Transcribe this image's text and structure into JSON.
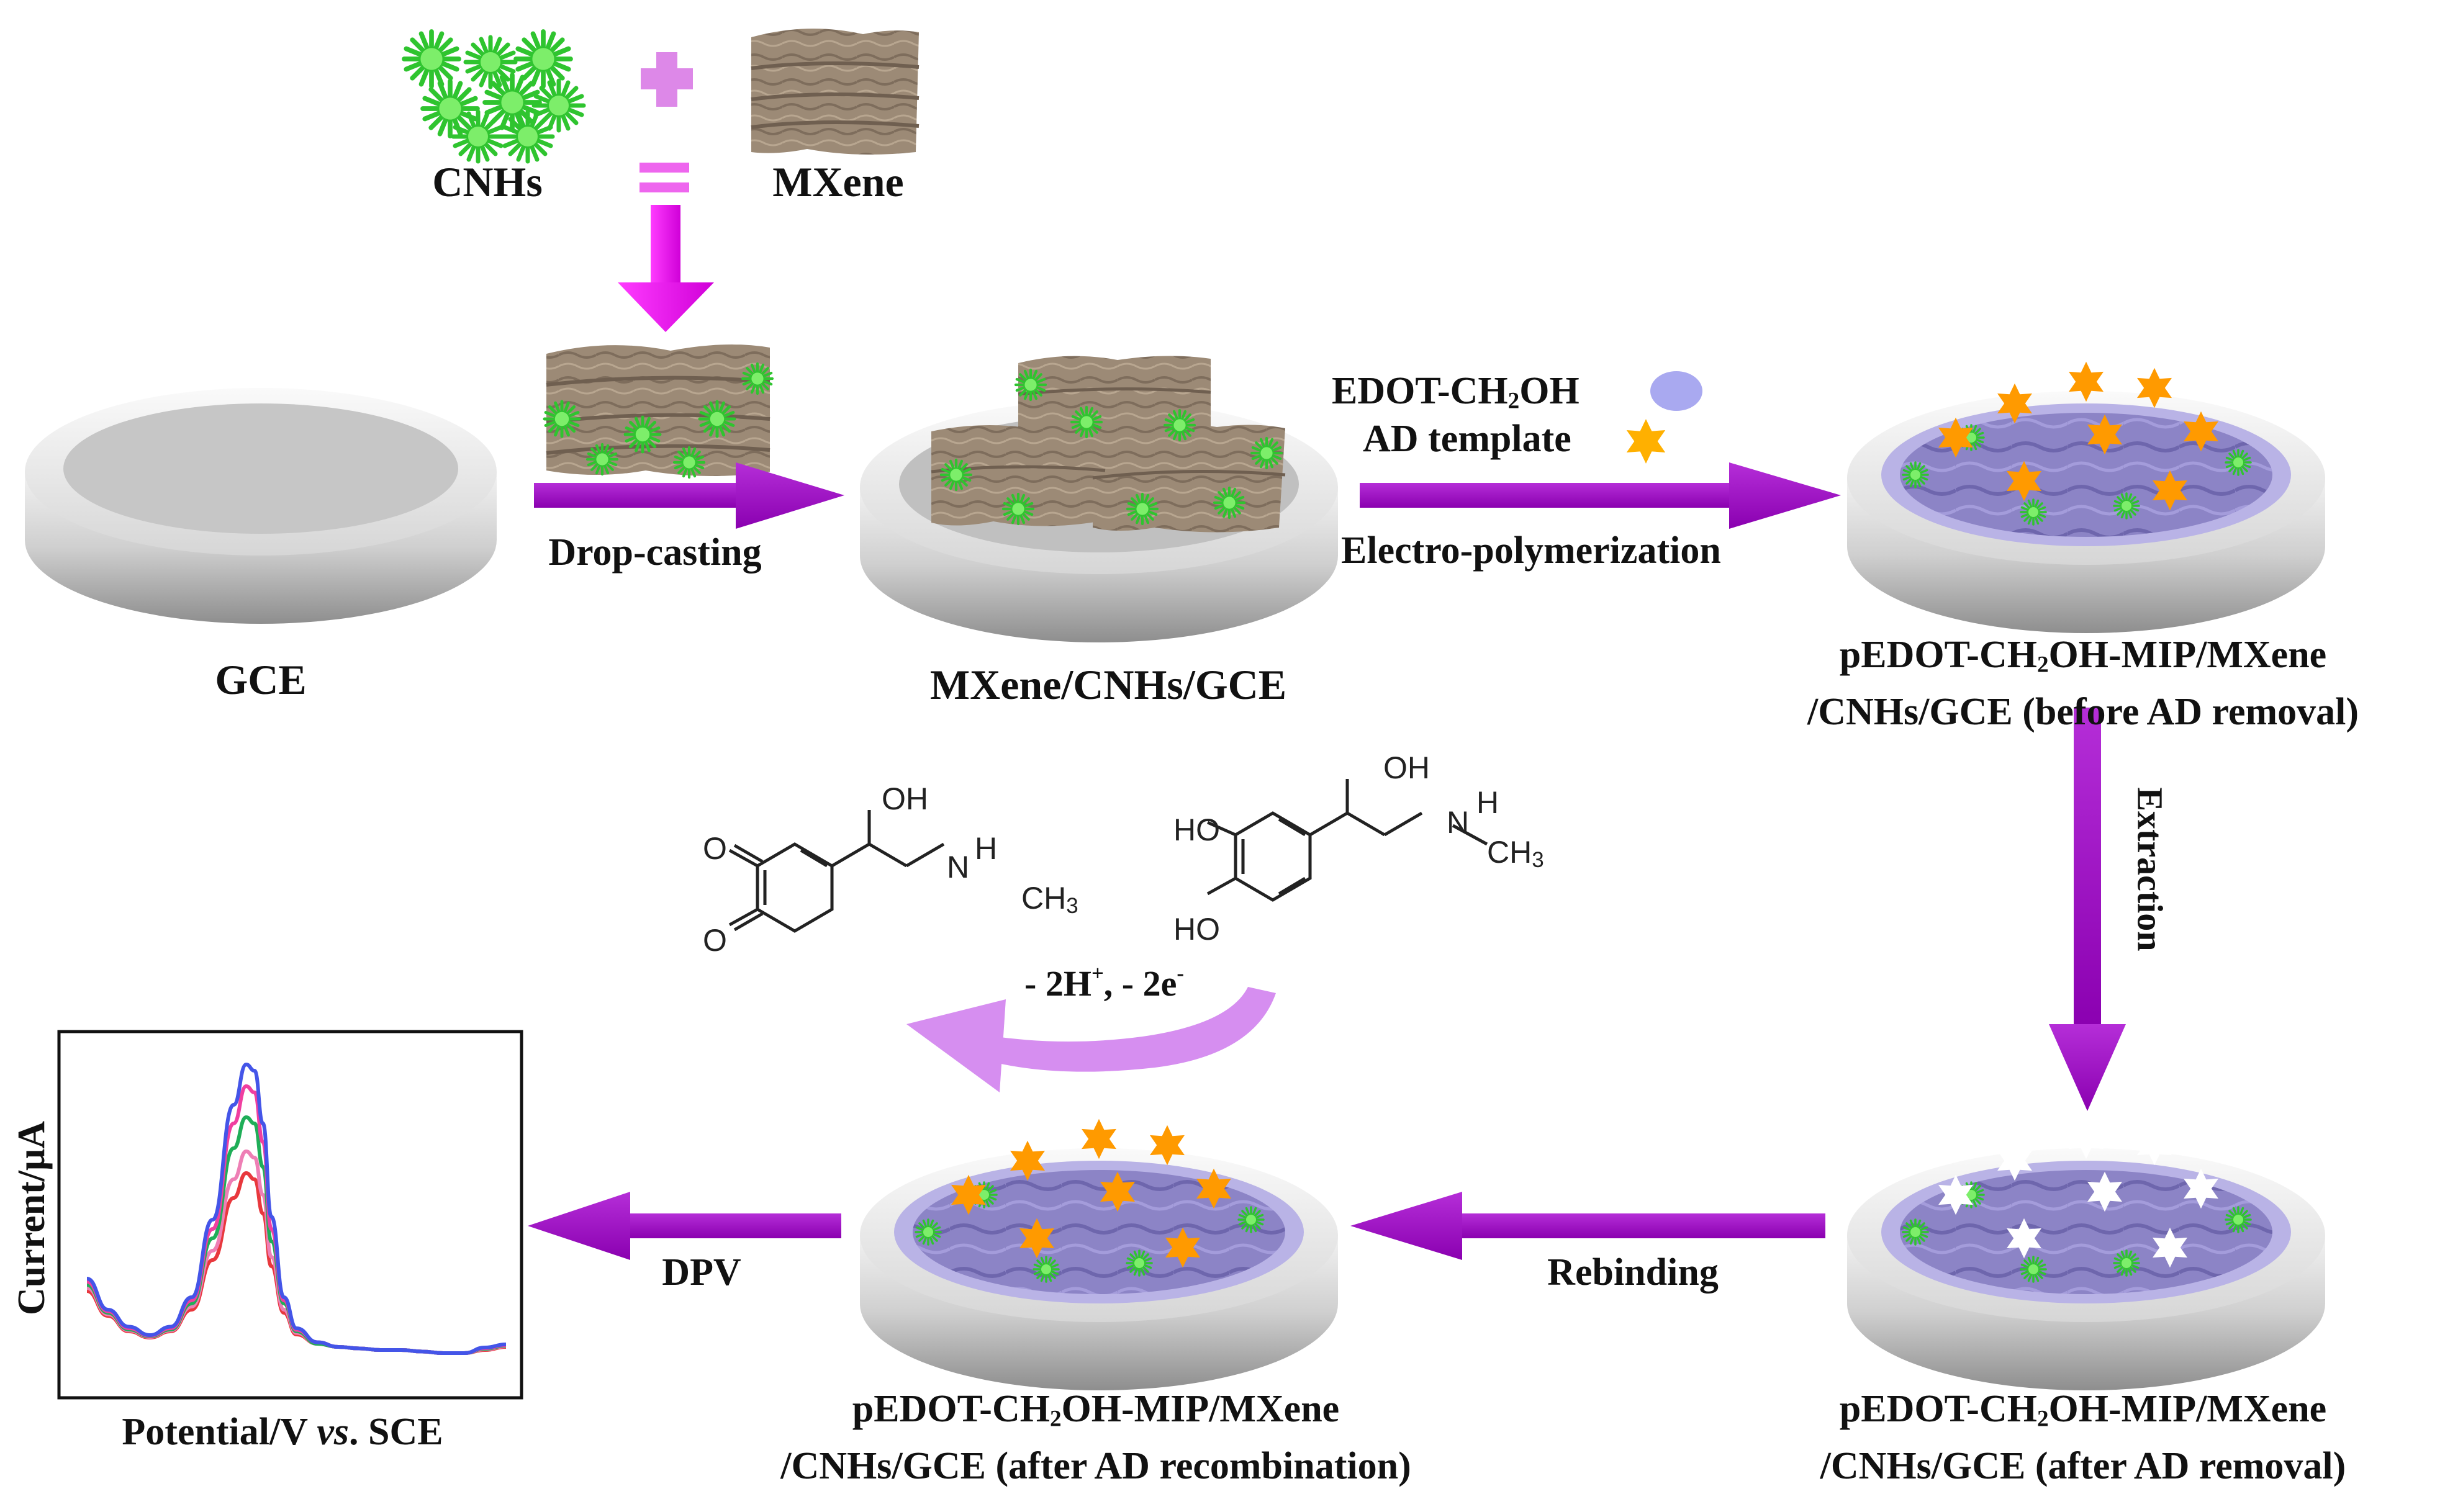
{
  "labels": {
    "cnhs": "CNHs",
    "mxene": "MXene",
    "gce": "GCE",
    "drop_casting": "Drop-casting",
    "mxene_cnhs_gce": "MXene/CNHs/GCE",
    "edot_prefix": "EDOT-CH",
    "edot_sub": "2",
    "edot_suffix": "OH",
    "ad_template": "AD template",
    "electropolymerization": "Electro-polymerization",
    "before_line1_prefix": "pEDOT-CH",
    "before_line1_sub": "2",
    "before_line1_suffix": "OH-MIP/MXene",
    "before_line2": "/CNHs/GCE (before AD removal)",
    "extraction": "Extraction",
    "after_removal_line1_prefix": "pEDOT-CH",
    "after_removal_line1_sub": "2",
    "after_removal_line1_suffix": "OH-MIP/MXene",
    "after_removal_line2": "/CNHs/GCE (after AD removal)",
    "rebinding": "Rebinding",
    "recomb_line1_prefix": "pEDOT-CH",
    "recomb_line1_sub": "2",
    "recomb_line1_suffix": "OH-MIP/MXene",
    "recomb_line2": "/CNHs/GCE (after AD recombination)",
    "dpv": "DPV",
    "reaction_prefix": "- 2H",
    "reaction_sup1": "+",
    "reaction_mid": ", - 2e",
    "reaction_sup2": "-",
    "xaxis_prefix": "Potential/V ",
    "xaxis_italic": "vs",
    "xaxis_suffix": ". SCE",
    "yaxis": "Current/μA"
  },
  "chem": {
    "oh": "OH",
    "nh": "H",
    "n": "N",
    "ch3": "CH",
    "ch3_sub": "3",
    "ho": "HO",
    "o": "O"
  },
  "colors": {
    "arrow": "#a300c8",
    "arrow_light": "#d68ef0",
    "plus": "#dd88e8",
    "down_arrow": "#ee00ee",
    "electrode_face": "#c4c4c4",
    "polymer": "#8f86c9",
    "star_orange": "#ff9a00",
    "star_white": "#ffffff",
    "mxene": "#9a8874",
    "cnh_green": "#4cd94c"
  },
  "chart_data": {
    "type": "line",
    "xlabel": "Potential/V vs. SCE",
    "ylabel": "Current/μA",
    "x": [
      0,
      0.05,
      0.1,
      0.15,
      0.2,
      0.25,
      0.3,
      0.35,
      0.38,
      0.4,
      0.42,
      0.44,
      0.47,
      0.5,
      0.55,
      0.6,
      0.65,
      0.7,
      0.75,
      0.8,
      0.85,
      0.9,
      0.95,
      1.0
    ],
    "series": [
      {
        "color": "#e8383d",
        "values": [
          0.22,
          0.14,
          0.09,
          0.07,
          0.09,
          0.16,
          0.32,
          0.52,
          0.6,
          0.58,
          0.47,
          0.3,
          0.15,
          0.08,
          0.05,
          0.04,
          0.035,
          0.03,
          0.03,
          0.025,
          0.02,
          0.02,
          0.03,
          0.04
        ]
      },
      {
        "color": "#ee7fb5",
        "values": [
          0.23,
          0.145,
          0.093,
          0.072,
          0.093,
          0.17,
          0.35,
          0.58,
          0.67,
          0.65,
          0.53,
          0.33,
          0.16,
          0.085,
          0.05,
          0.04,
          0.035,
          0.03,
          0.03,
          0.025,
          0.02,
          0.02,
          0.032,
          0.042
        ]
      },
      {
        "color": "#1fae58",
        "values": [
          0.24,
          0.15,
          0.096,
          0.074,
          0.096,
          0.18,
          0.39,
          0.68,
          0.78,
          0.76,
          0.62,
          0.38,
          0.18,
          0.09,
          0.05,
          0.04,
          0.035,
          0.03,
          0.03,
          0.025,
          0.02,
          0.02,
          0.034,
          0.044
        ]
      },
      {
        "color": "#f03fa0",
        "values": [
          0.25,
          0.155,
          0.1,
          0.076,
          0.1,
          0.19,
          0.42,
          0.76,
          0.88,
          0.86,
          0.7,
          0.42,
          0.19,
          0.095,
          0.055,
          0.04,
          0.035,
          0.03,
          0.03,
          0.025,
          0.02,
          0.02,
          0.036,
          0.046
        ]
      },
      {
        "color": "#4455e8",
        "values": [
          0.26,
          0.16,
          0.105,
          0.078,
          0.105,
          0.2,
          0.45,
          0.82,
          0.95,
          0.93,
          0.76,
          0.46,
          0.2,
          0.1,
          0.055,
          0.04,
          0.035,
          0.03,
          0.03,
          0.025,
          0.02,
          0.02,
          0.038,
          0.048
        ]
      }
    ],
    "ylim": [
      0,
      1
    ]
  }
}
